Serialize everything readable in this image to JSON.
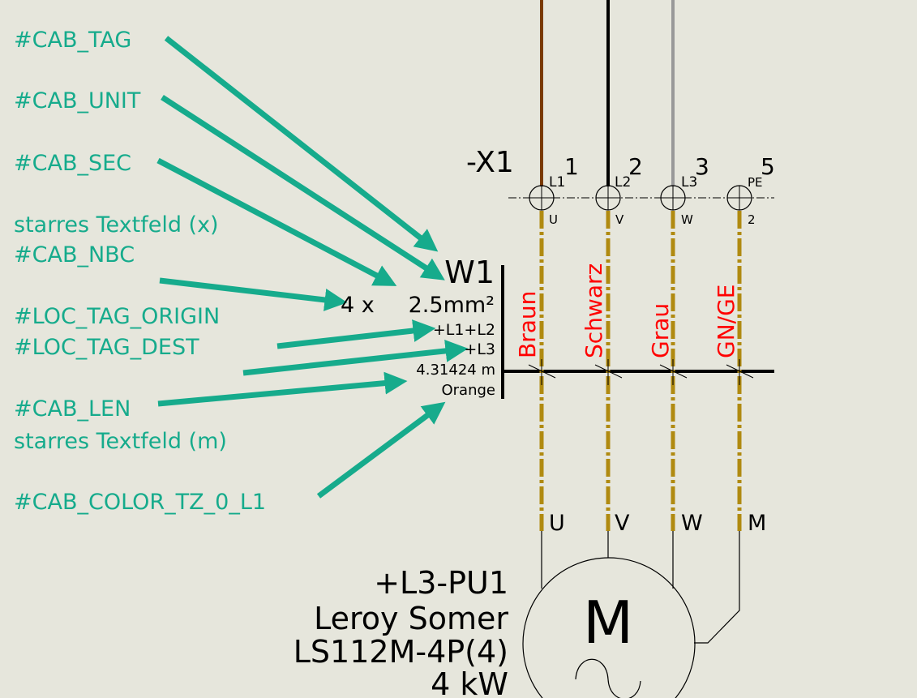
{
  "annotations": {
    "cab_tag": "#CAB_TAG",
    "cab_unit": "#CAB_UNIT",
    "cab_sec": "#CAB_SEC",
    "fixed_x": "starres Textfeld (x)",
    "cab_nbc": "#CAB_NBC",
    "loc_origin": "#LOC_TAG_ORIGIN",
    "loc_dest": "#LOC_TAG_DEST",
    "cab_len": "#CAB_LEN",
    "fixed_m": "starres Textfeld (m)",
    "cab_color": "#CAB_COLOR_TZ_0_L1"
  },
  "cable": {
    "tag": "W1",
    "count": "4 x",
    "section": "2.5mm²",
    "origin": "+L1+L2",
    "dest": "+L3",
    "length": "4.31424 m",
    "color": "Orange"
  },
  "terminal_strip": {
    "tag": "-X1",
    "terminals": [
      {
        "number": "1",
        "conn": "L1",
        "bottom": "U",
        "core": "Braun",
        "motor": "U"
      },
      {
        "number": "2",
        "conn": "L2",
        "bottom": "V",
        "core": "Schwarz",
        "motor": "V"
      },
      {
        "number": "3",
        "conn": "L3",
        "bottom": "W",
        "core": "Grau",
        "motor": "W"
      },
      {
        "number": "5",
        "conn": "PE",
        "bottom": "2",
        "core": "GN/GE",
        "motor": "M"
      }
    ]
  },
  "motor": {
    "symbol": "M",
    "tag": "+L3-PU1",
    "manufacturer": "Leroy Somer",
    "type": "LS112M-4P(4)",
    "power": "4 kW"
  },
  "colors": {
    "accent": "#16ab8c",
    "wire_gold": "#b08a10",
    "core_text": "#ff0000",
    "background": "#e6e6dc"
  }
}
